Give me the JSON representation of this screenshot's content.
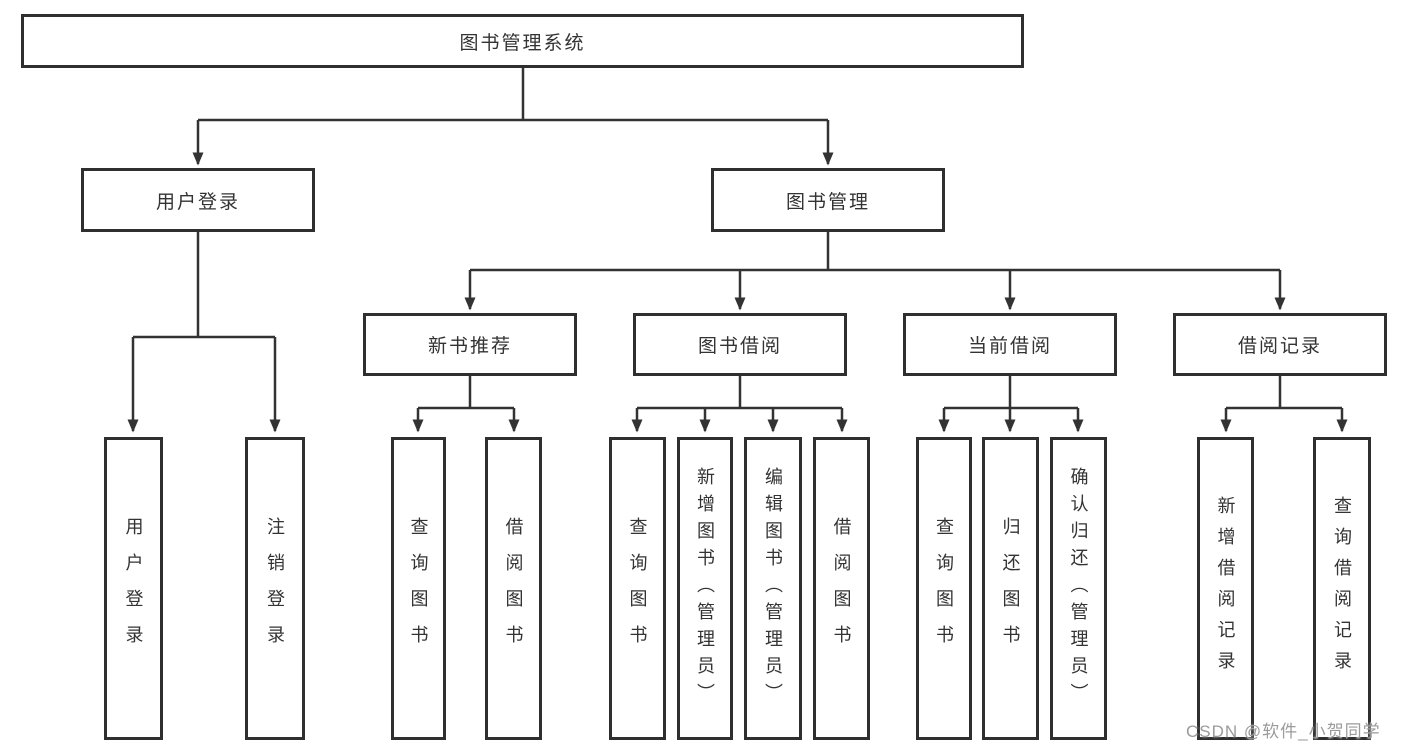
{
  "diagram": {
    "type": "tree",
    "title": "图书管理系统",
    "background": "#ffffff",
    "line_color": "#333333",
    "box_border_color": "#2f2f2f",
    "text_color": "#333333"
  },
  "nodes": {
    "root": "图书管理系统",
    "user_login": "用户登录",
    "book_mgmt": "图书管理",
    "new_book_rec": "新书推荐",
    "book_borrow": "图书借阅",
    "current_borrow": "当前借阅",
    "borrow_record": "借阅记录",
    "ul_user_login": "用户登录",
    "ul_logout": "注销登录",
    "nb_query_book": "查询图书",
    "nb_borrow_book": "借阅图书",
    "bb_query_book": "查询图书",
    "bb_add_book": "新增图书（管理员）",
    "bb_edit_book": "编辑图书（管理员）",
    "bb_borrow_book": "借阅图书",
    "cb_query_book": "查询图书",
    "cb_return_book": "归还图书",
    "cb_confirm_return": "确认归还（管理员）",
    "br_add_record": "新增借阅记录",
    "br_query_record": "查询借阅记录"
  },
  "structure": [
    {
      "parent": "root",
      "children": [
        "user_login",
        "book_mgmt"
      ]
    },
    {
      "parent": "user_login",
      "children": [
        "ul_user_login",
        "ul_logout"
      ]
    },
    {
      "parent": "book_mgmt",
      "children": [
        "new_book_rec",
        "book_borrow",
        "current_borrow",
        "borrow_record"
      ]
    },
    {
      "parent": "new_book_rec",
      "children": [
        "nb_query_book",
        "nb_borrow_book"
      ]
    },
    {
      "parent": "book_borrow",
      "children": [
        "bb_query_book",
        "bb_add_book",
        "bb_edit_book",
        "bb_borrow_book"
      ]
    },
    {
      "parent": "current_borrow",
      "children": [
        "cb_query_book",
        "cb_return_book",
        "cb_confirm_return"
      ]
    },
    {
      "parent": "borrow_record",
      "children": [
        "br_add_record",
        "br_query_record"
      ]
    }
  ],
  "watermark": {
    "text": "CSDN @软件_小贺同学",
    "color": "#9b9b9b"
  }
}
